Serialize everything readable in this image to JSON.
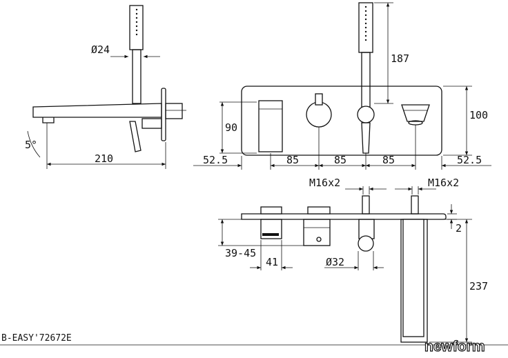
{
  "drawing": {
    "dimensions": {
      "d24": "Ø24",
      "w210": "210",
      "angle5": "5°",
      "h187": "187",
      "h90": "90",
      "h100": "100",
      "left525": "52.5",
      "s85a": "85",
      "s85b": "85",
      "s85c": "85",
      "right525": "52.5",
      "m16a": "M16x2",
      "m16b": "M16x2",
      "d2": "2",
      "w41": "41",
      "d32": "Ø32",
      "depth": "39-45",
      "h237": "237"
    },
    "footer": {
      "code": "B-EASY'72672E",
      "brand": "newform"
    }
  }
}
